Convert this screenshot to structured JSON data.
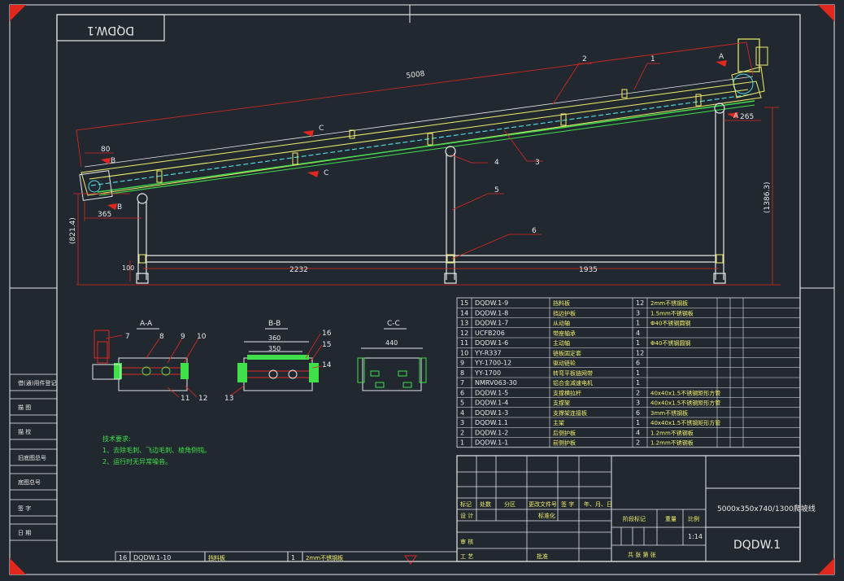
{
  "drawing_code": "DQDW.1",
  "drawing_code_mirrored": "DQDW.1",
  "main_view": {
    "dims": {
      "length": "5008",
      "d80": "80",
      "d365": "365",
      "d265": "265",
      "h_left": "(821.4)",
      "h_right": "(1386.3)",
      "d100": "100",
      "span1": "2232",
      "span2": "1935"
    },
    "section_marks": {
      "A": "A",
      "B": "B",
      "C": "C"
    },
    "balloons": [
      "1",
      "2",
      "3",
      "4",
      "5",
      "6"
    ]
  },
  "sections": [
    {
      "title": "A-A",
      "balloons": [
        "7",
        "8",
        "9",
        "10",
        "11",
        "12"
      ]
    },
    {
      "title": "B-B",
      "dims": [
        "360",
        "350"
      ],
      "balloons": [
        "13",
        "14",
        "15",
        "16"
      ]
    },
    {
      "title": "C-C",
      "dims": [
        "440"
      ]
    }
  ],
  "tech_req": {
    "title": "技术要求:",
    "items": [
      "1、去除毛刺、飞边毛刺、棱角倒钝。",
      "2、运行时无异常噪音。"
    ]
  },
  "bom": [
    {
      "no": "15",
      "code": "DQDW.1-9",
      "name": "挡料板",
      "qty": "12",
      "material": "2mm不锈钢板"
    },
    {
      "no": "14",
      "code": "DQDW.1-8",
      "name": "挡边护板",
      "qty": "3",
      "material": "1.5mm不锈钢板"
    },
    {
      "no": "13",
      "code": "DQDW.1-7",
      "name": "从动轴",
      "qty": "1",
      "material": "Φ40不锈钢圆钢"
    },
    {
      "no": "12",
      "code": "UCFB206",
      "name": "带座轴承",
      "qty": "4",
      "material": ""
    },
    {
      "no": "11",
      "code": "DQDW.1-6",
      "name": "主动轴",
      "qty": "1",
      "material": "Φ40不锈钢圆钢"
    },
    {
      "no": "10",
      "code": "YY-R337",
      "name": "链板固定套",
      "qty": "12",
      "material": ""
    },
    {
      "no": "9",
      "code": "YY-1700-12",
      "name": "驱动链轮",
      "qty": "6",
      "material": ""
    },
    {
      "no": "8",
      "code": "YY-1700",
      "name": "转弯平板链网带",
      "qty": "1",
      "material": ""
    },
    {
      "no": "7",
      "code": "NMRV063-30",
      "name": "铝合金减速电机",
      "qty": "1",
      "material": ""
    },
    {
      "no": "6",
      "code": "DQDW.1-5",
      "name": "支撑横拉杆",
      "qty": "2",
      "material": "40x40x1.5不锈钢矩形方管"
    },
    {
      "no": "5",
      "code": "DQDW.1-4",
      "name": "支撑架",
      "qty": "3",
      "material": "40x40x1.5不锈钢矩形方管"
    },
    {
      "no": "4",
      "code": "DQDW.1-3",
      "name": "支撑架连接板",
      "qty": "6",
      "material": "3mm不锈钢板"
    },
    {
      "no": "3",
      "code": "DQDW.1.1",
      "name": "主架",
      "qty": "1",
      "material": "40x40x1.5不锈钢矩形方管"
    },
    {
      "no": "2",
      "code": "DQDW.1-2",
      "name": "后侧护板",
      "qty": "4",
      "material": "1.2mm不锈钢板"
    },
    {
      "no": "1",
      "code": "DQDW.1-1",
      "name": "前侧护板",
      "qty": "2",
      "material": "1.2mm不锈钢板"
    }
  ],
  "bom_bottom": {
    "no": "16",
    "code": "DQDW.1-10",
    "name": "挡料板",
    "qty": "1",
    "material": "2mm不锈钢板"
  },
  "title_block": {
    "product": "5000x350x740/1300爬坡线",
    "code": "DQDW.1",
    "scale": "1:14",
    "labels": {
      "mark": "标记",
      "count": "处数",
      "zone": "分区",
      "docno": "更改文件号",
      "sign": "签 字",
      "date": "年、月、日",
      "design": "设 计",
      "std": "标准化",
      "stage": "阶段标记",
      "weight": "重量",
      "ratio": "比例",
      "check": "审 核",
      "process": "工 艺",
      "approve": "批准",
      "sheet": "共 张 第 张"
    }
  },
  "side_labels": [
    "借(通)用件登记",
    "描 图",
    "描 校",
    "旧底图总号",
    "底图总号",
    "签 字",
    "日 期"
  ]
}
